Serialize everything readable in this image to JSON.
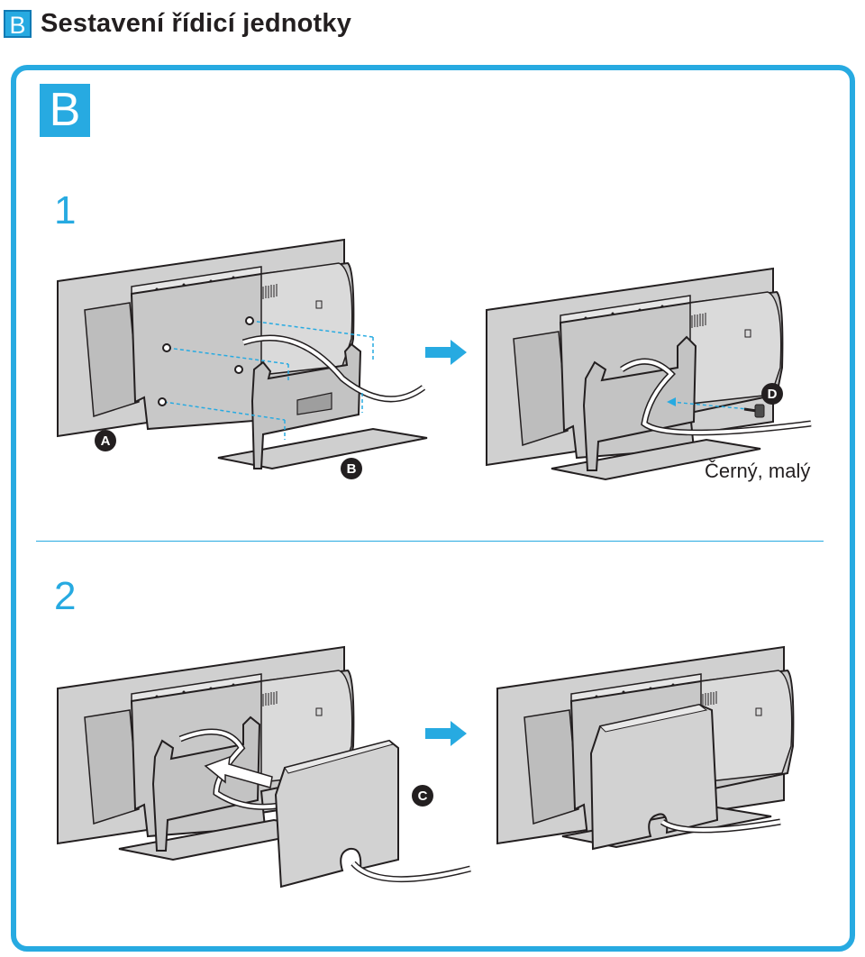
{
  "header": {
    "badge": "B",
    "title": "Sestavení řídicí jednotky"
  },
  "section_badge": "B",
  "steps": [
    {
      "number": "1"
    },
    {
      "number": "2"
    }
  ],
  "callouts": {
    "a": "A",
    "b": "B",
    "c": "C",
    "d": "D"
  },
  "screw_caption": "Černý, malý",
  "colors": {
    "accent": "#27aae1",
    "arrow": "#27aae1",
    "device_fill": "#d4d4d4",
    "outline": "#231f20"
  }
}
